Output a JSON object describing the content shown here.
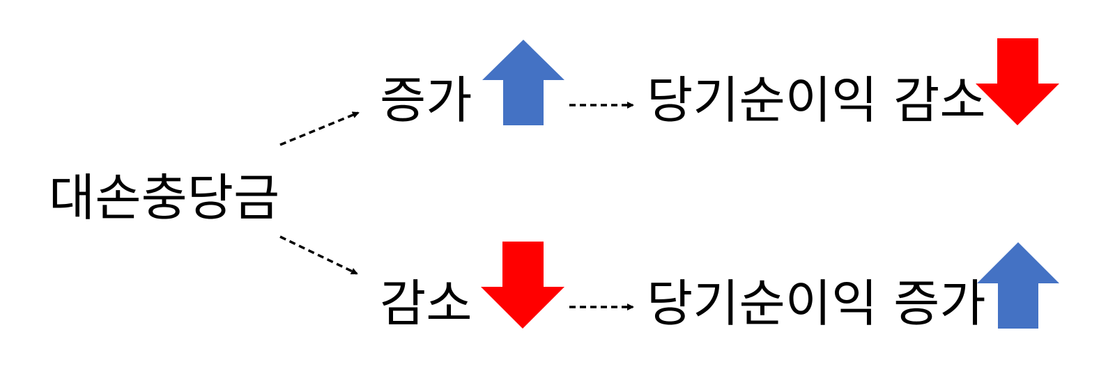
{
  "root": {
    "label": "대손충당금"
  },
  "branches": [
    {
      "cause": {
        "label": "증가",
        "direction": "up"
      },
      "effect": {
        "label": "당기순이익 감소",
        "direction": "down"
      }
    },
    {
      "cause": {
        "label": "감소",
        "direction": "down"
      },
      "effect": {
        "label": "당기순이익 증가",
        "direction": "up"
      }
    }
  ],
  "colors": {
    "up": "#4472C4",
    "down": "#FF0000",
    "connector": "#000000"
  }
}
